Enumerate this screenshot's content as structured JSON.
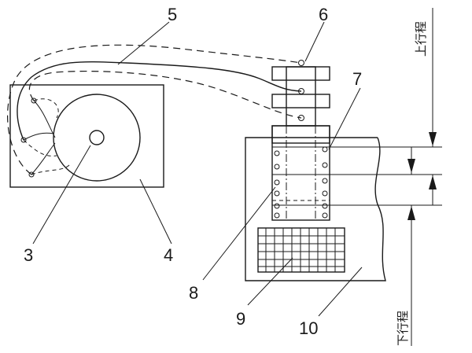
{
  "labels": {
    "l3": "3",
    "l4": "4",
    "l5": "5",
    "l6": "6",
    "l7": "7",
    "l8": "8",
    "l9": "9",
    "l10": "10"
  },
  "strokes": {
    "up": "上行程",
    "down": "下行程"
  }
}
